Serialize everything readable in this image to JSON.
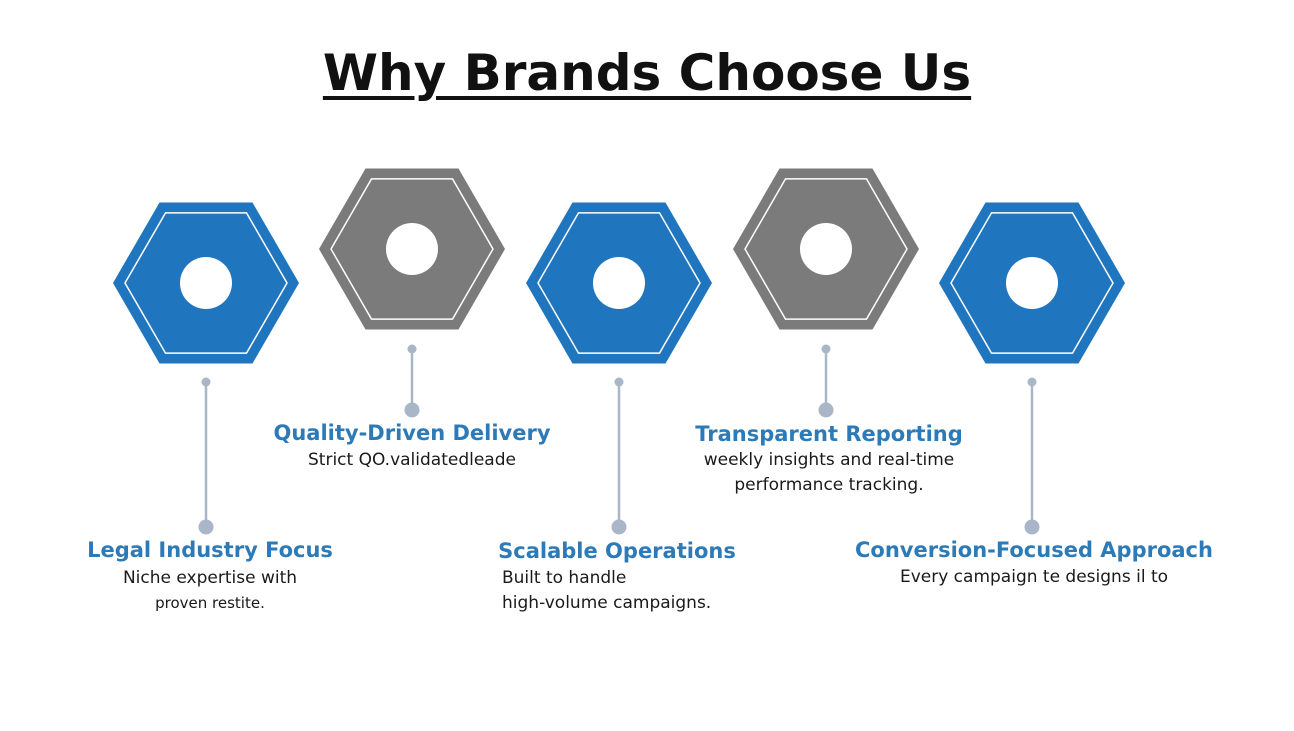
{
  "title": "Why Brands Choose Us",
  "colors": {
    "blue": "#1f76bf",
    "gray": "#7b7b7b",
    "connector": "#a8b6c8",
    "heading_blue": "#2c7ab7",
    "text": "#1a1a1a"
  },
  "features": [
    {
      "heading": "Legal Industry Focus",
      "line1": "Niche expertise with",
      "line2": "proven restite.",
      "hex_color": "blue"
    },
    {
      "heading": "Quality-Driven Delivery",
      "line1": "Strict QO.validatedleade",
      "line2": "",
      "hex_color": "gray"
    },
    {
      "heading": "Scalable Operations",
      "line1": "Built to handle",
      "line2": "high-volume campaigns.",
      "hex_color": "blue"
    },
    {
      "heading": "Transparent Reporting",
      "line1": "weekly insights and real-time",
      "line2": "performance tracking.",
      "hex_color": "gray"
    },
    {
      "heading": "Conversion-Focused Approach",
      "line1": "Every campaign te designs il to",
      "line2": "",
      "hex_color": "blue"
    }
  ]
}
